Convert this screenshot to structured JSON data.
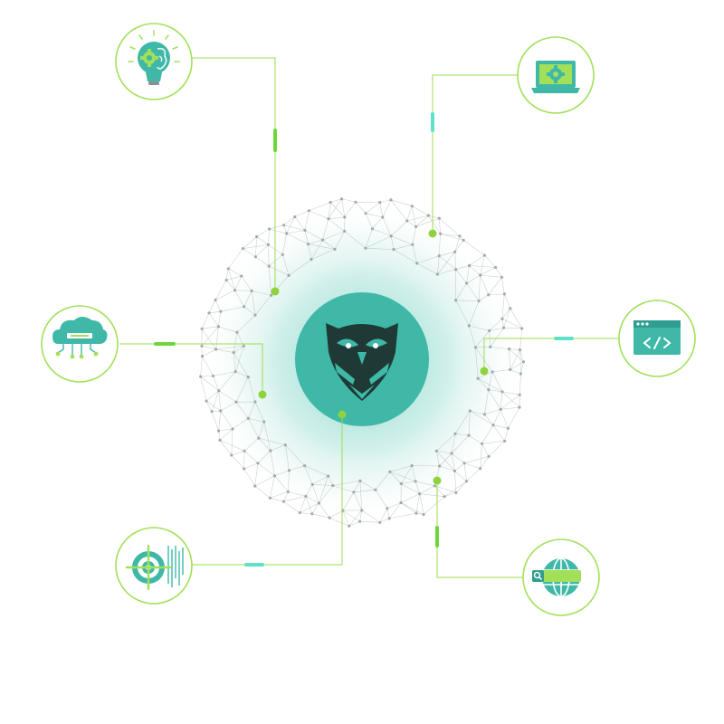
{
  "diagram": {
    "colors": {
      "primary_teal": "#3fb8a8",
      "light_green": "#a3e05a",
      "accent_green": "#6fd63a",
      "accent_teal": "#5fe0c8",
      "dark_emblem": "#1f3a36",
      "mesh_gray": "#9aa5a3"
    },
    "hub": {
      "icon": "owl-shield-logo"
    },
    "nodes": [
      {
        "id": "idea",
        "icon": "lightbulb-gear-brain-icon"
      },
      {
        "id": "laptop",
        "icon": "laptop-gear-icon"
      },
      {
        "id": "cloud",
        "icon": "cloud-circuit-icon"
      },
      {
        "id": "code",
        "icon": "code-window-icon"
      },
      {
        "id": "target",
        "icon": "target-icon"
      },
      {
        "id": "web",
        "icon": "globe-search-icon"
      }
    ]
  }
}
